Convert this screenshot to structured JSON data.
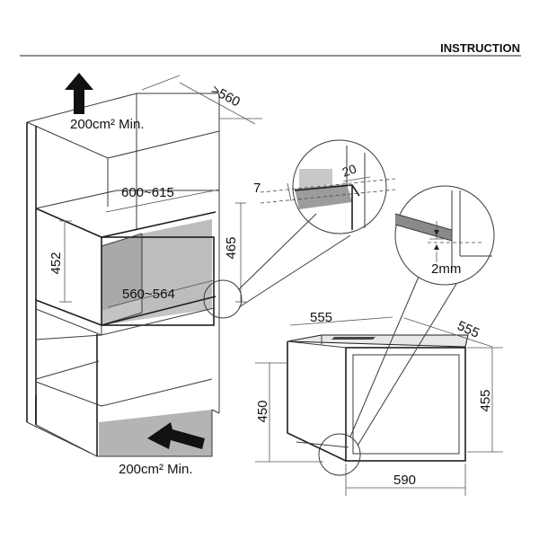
{
  "header": {
    "title": "INSTRUCTION"
  },
  "labels": {
    "airflow_top": "200cm² Min.",
    "airflow_bottom": "200cm² Min.",
    "cabinet_depth": ">560",
    "cabinet_width": "600~615",
    "opening_height_inner": "452",
    "opening_height_outer": "465",
    "opening_depth": "560~564",
    "front_offset": "7",
    "detail_gap": "20",
    "gap_detail": "2mm",
    "oven_width_top": "555",
    "oven_depth": "555",
    "oven_body_height": "450",
    "oven_total_height": "455",
    "oven_front_width": "590"
  },
  "colors": {
    "line": "#1e1e1e",
    "shade": "#b9b9b9",
    "shade_dark": "#9a9a9a"
  },
  "icons": {
    "arrow_up": "up-arrow-icon",
    "arrow_in": "left-arrow-icon"
  }
}
